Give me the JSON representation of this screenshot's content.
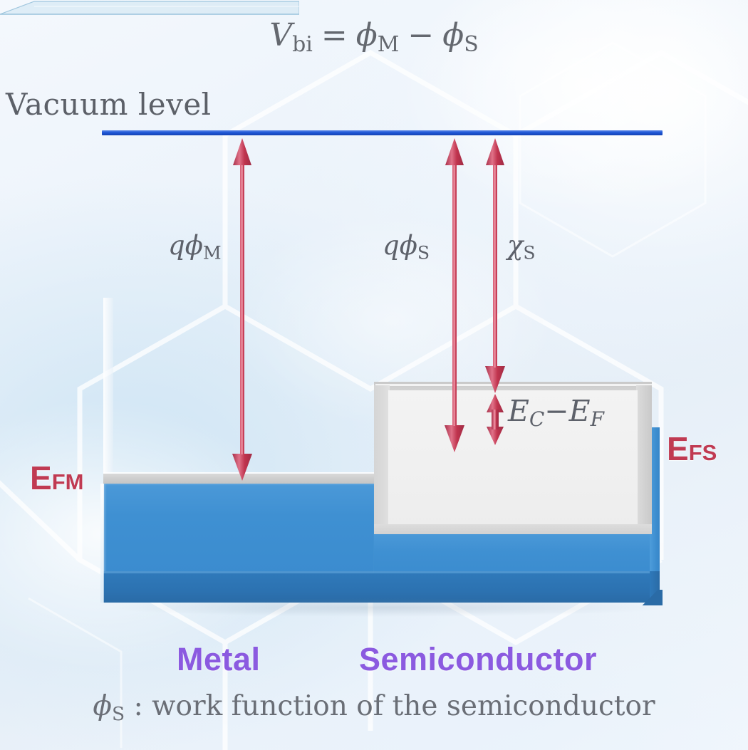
{
  "diagram": {
    "title": {
      "lhs": "V",
      "lhs_sub": "bi",
      "eq": "=",
      "term1": "ϕ",
      "term1_sub": "M",
      "minus": "−",
      "term2": "ϕ",
      "term2_sub": "S",
      "plain": "V_bi = ϕ_M − ϕ_S"
    },
    "vacuum_level_label": "Vacuum level",
    "caption": {
      "symbol": "ϕ",
      "symbol_sub": "S",
      "text": ": work function of the semiconductor",
      "plain": "ϕ_S : work function of the semiconductor"
    },
    "arrows": [
      {
        "id": "metal-work-function",
        "label_q": "q",
        "label_phi": "ϕ",
        "label_sub": "M",
        "plain": "qϕ_M",
        "direction": "down",
        "from": "vacuum level",
        "to": "metal Fermi level",
        "color": "#c03a52"
      },
      {
        "id": "semiconductor-work-function",
        "label_q": "q",
        "label_phi": "ϕ",
        "label_sub": "S",
        "plain": "qϕ_S",
        "direction": "down",
        "from": "vacuum level",
        "to": "semiconductor Fermi level",
        "color": "#c03a52"
      },
      {
        "id": "electron-affinity",
        "label_q": "",
        "label_phi": "χ",
        "label_sub": "S",
        "plain": "χ_S",
        "direction": "down",
        "from": "vacuum level",
        "to": "conduction band edge",
        "color": "#c03a52"
      },
      {
        "id": "ec-minus-ef",
        "label_plain": "E_C−E_F",
        "e1": "E",
        "e1_sub": "C",
        "dash": "−",
        "e2": "E",
        "e2_sub": "F",
        "direction": "both",
        "from": "conduction band edge",
        "to": "semiconductor Fermi level",
        "color": "#c03a52"
      }
    ],
    "levels": [
      {
        "id": "fermi-metal",
        "big": "E",
        "small": "FM",
        "plain": "E_FM",
        "color": "#c03a52"
      },
      {
        "id": "fermi-semiconductor",
        "big": "E",
        "small": "FS",
        "plain": "E_FS",
        "color": "#c03a52"
      }
    ],
    "materials": [
      {
        "id": "metal",
        "label": "Metal",
        "color": "#8b5ae0"
      },
      {
        "id": "semiconductor",
        "label": "Semiconductor",
        "color": "#8b5ae0"
      }
    ],
    "colors": {
      "vacuum_line": "#1f58d8",
      "metal_body": "#3f90d2",
      "metal_body_dark": "#2c72b1",
      "metal_surface": "#cdcdcd",
      "semiconductor_gap": "#f0f0f0",
      "arrow": "#c03a52",
      "material_label": "#8b5ae0",
      "text": "#5d616a",
      "background": "#eaf2fa"
    }
  }
}
